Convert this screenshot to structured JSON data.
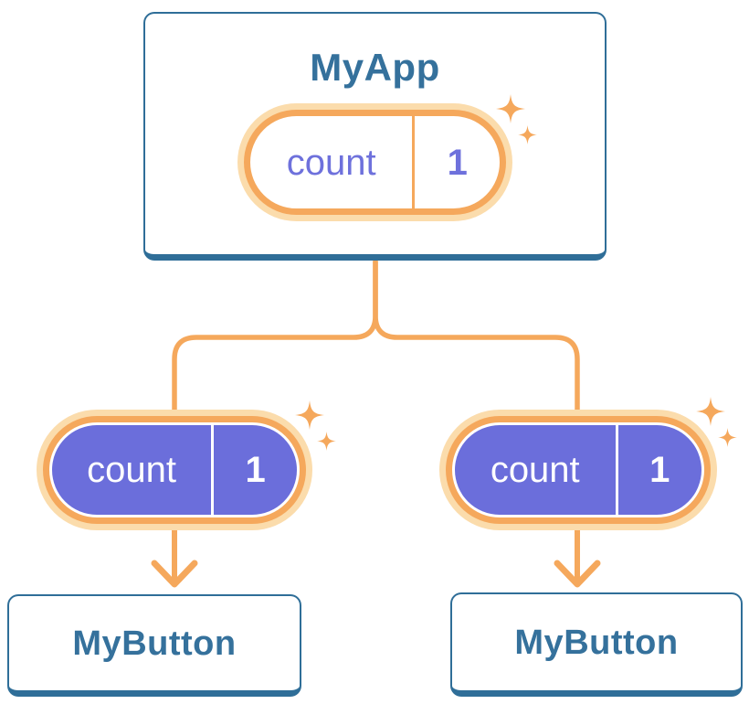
{
  "colors": {
    "orange": "#F5A85C",
    "orange_halo": "#FBDCAC",
    "purple_fill": "#6B6EDB",
    "purple_text": "#6E71DC",
    "heading_blue": "#35719C",
    "card_border": "#2F6E98"
  },
  "icons": {
    "sparkle": "✦",
    "arrow_down": "↓"
  },
  "tree": {
    "root": {
      "label": "MyApp",
      "state": {
        "name": "count",
        "value": "1"
      }
    },
    "children": [
      {
        "label": "MyButton",
        "prop": {
          "name": "count",
          "value": "1"
        }
      },
      {
        "label": "MyButton",
        "prop": {
          "name": "count",
          "value": "1"
        }
      }
    ]
  }
}
